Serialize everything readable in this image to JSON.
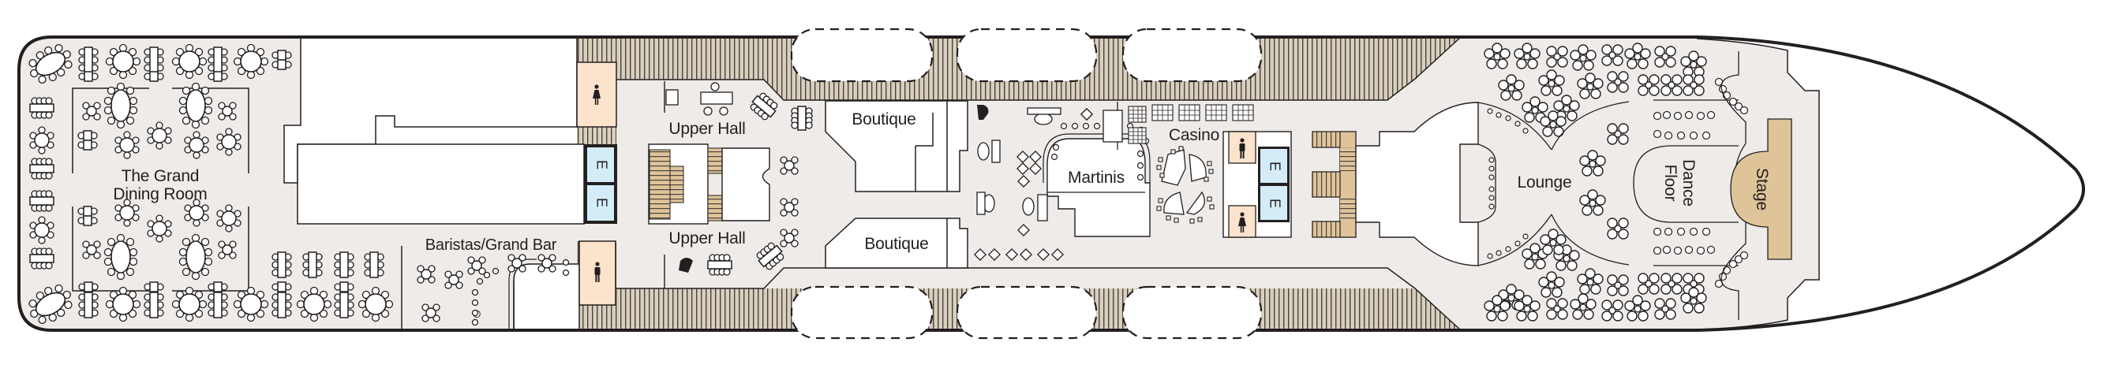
{
  "diagram": {
    "type": "ship-deck-plan",
    "colors": {
      "interior": "#efebe8",
      "deck_wood": "#d8cfbe",
      "deck_lines": "#4a433d",
      "hull_line": "#231f20",
      "restroom": "#fbe3cc",
      "elevator": "#d4ecf7",
      "stairs": "#dfc49a",
      "stage": "#dfc49a",
      "white_space": "#ffffff"
    },
    "labels": {
      "grand_dining_room": "The Grand\nDining Room",
      "baristas": "Baristas/Grand Bar",
      "upper_hall_top": "Upper Hall",
      "upper_hall_bottom": "Upper Hall",
      "boutique_top": "Boutique",
      "boutique_bottom": "Boutique",
      "martinis": "Martinis",
      "casino": "Casino",
      "lounge": "Lounge",
      "dance_floor": "Dance\nFloor",
      "stage": "Stage"
    },
    "elevators": [
      {
        "id": "aft",
        "cars": [
          "E",
          "E"
        ]
      },
      {
        "id": "forward",
        "cars": [
          "E",
          "E"
        ]
      }
    ],
    "restrooms": [
      {
        "location": "aft-port",
        "type": "women"
      },
      {
        "location": "aft-starboard",
        "type": "men"
      },
      {
        "location": "forward-top",
        "type": "men"
      },
      {
        "location": "forward-bottom",
        "type": "women"
      }
    ],
    "icons": [
      "women-restroom-icon",
      "men-restroom-icon",
      "elevator-icon",
      "stairs-icon",
      "piano-icon",
      "lifeboat-outline"
    ],
    "lifeboats": {
      "port": 3,
      "starboard": 3
    }
  }
}
